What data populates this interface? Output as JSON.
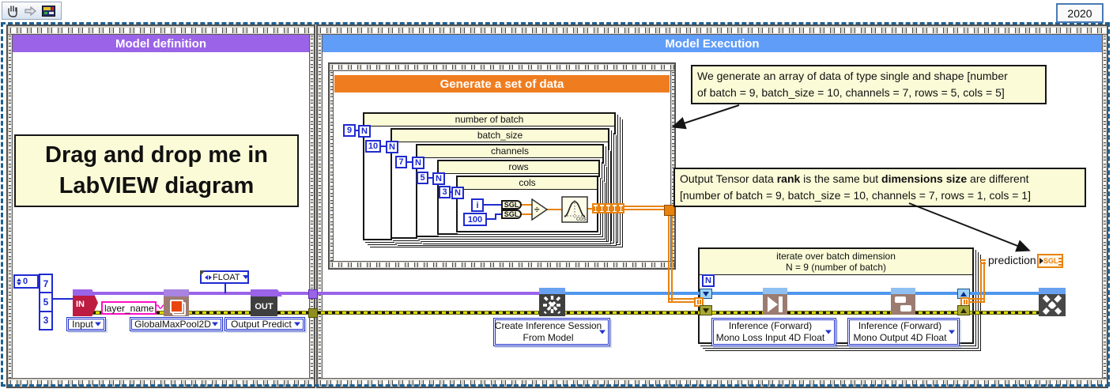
{
  "meta": {
    "year_label": "2020"
  },
  "icons": {
    "hand": "hand-tool-icon",
    "arrow": "forward-arrow-icon",
    "vi": "labview-vi-icon",
    "caret": "dropdown-caret"
  },
  "frames": {
    "definition_title": "Model definition",
    "execution_title": "Model Execution"
  },
  "definition": {
    "note_line1": "Drag and drop me in",
    "note_line2": "LabVIEW diagram",
    "array_constant": {
      "index": "0",
      "v0": "7",
      "v1": "5",
      "v2": "3"
    },
    "in_label": "IN",
    "out_label": "OUT",
    "layer_name_value": "layer_name",
    "dd_input": "Input",
    "dd_pool": "GlobalMaxPool2D",
    "dd_output": "Output Predict",
    "dd_float": "FLOAT"
  },
  "generate": {
    "title": "Generate a set of data",
    "loops": [
      {
        "label": "number of batch",
        "count": "9"
      },
      {
        "label": "batch_size",
        "count": "10"
      },
      {
        "label": "channels",
        "count": "7"
      },
      {
        "label": "rows",
        "count": "5"
      },
      {
        "label": "cols",
        "count": "3"
      }
    ],
    "iter_terminal": "i",
    "const_100": "100",
    "sgl": "SGL",
    "divide_glyph": "÷",
    "cos_label": "cos",
    "n_terminal": "N"
  },
  "comments": {
    "c1_line1": "We generate an array of data of type single and shape [number",
    "c1_line2": "of batch = 9, batch_size = 10, channels = 7, rows = 5, cols = 5]",
    "c2_p1": "Output Tensor data ",
    "c2_b1": "rank",
    "c2_p2": " is the same but ",
    "c2_b2": "dimensions size",
    "c2_p3": " are different",
    "c2_line2": "[number of batch = 9, batch_size = 10, channels = 7, rows = 1, cols = 1]"
  },
  "execution": {
    "create_line1": "Create Inference Session",
    "create_line2": "From Model",
    "loop_label_line1": "iterate over batch dimension",
    "loop_label_line2": "N = 9 (number of batch)",
    "loop_n": "N",
    "inf1_line1": "Inference (Forward)",
    "inf1_line2": "Mono Loss Input 4D Float",
    "inf2_line1": "Inference (Forward)",
    "inf2_line2": "Mono Output 4D Float",
    "prediction_label": "prediction",
    "prediction_type": "SGL"
  },
  "colors": {
    "purple_header": "#9a63e8",
    "blue_header": "#5f9df8",
    "orange_header": "#ef7d20",
    "note_bg": "#fbfbd8",
    "wire_purple": "#9a63e8",
    "wire_blue": "#4f97ee",
    "wire_orange": "#e8820e",
    "blue_border": "#1f2bd0",
    "in_node_red": "#bd1b42",
    "node_brown": "#9c7b71",
    "dark_node": "#3f3f3f"
  }
}
